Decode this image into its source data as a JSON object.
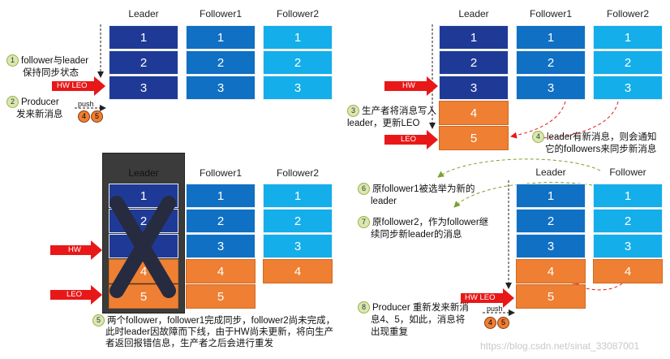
{
  "headers": {
    "leader": "Leader",
    "follower1": "Follower1",
    "follower2": "Follower2",
    "follower": "Follower"
  },
  "cells": {
    "v1": "1",
    "v2": "2",
    "v3": "3",
    "v4": "4",
    "v5": "5"
  },
  "markers": {
    "hw": "HW",
    "leo": "LEO",
    "hw_leo": "HW  LEO",
    "push": "push"
  },
  "steps": {
    "s1": {
      "num": "1",
      "line1": "follower与leader",
      "line2": "保持同步状态"
    },
    "s2": {
      "num": "2",
      "line1": "Producer",
      "line2": "发来新消息"
    },
    "s3": {
      "num": "3",
      "line1": "生产者将消息写入",
      "line2": "leader，更新LEO"
    },
    "s4": {
      "num": "4",
      "line1": "leader有新消息，则会通知",
      "line2": "它的followers来同步新消息"
    },
    "s5": {
      "num": "5",
      "line1": "两个follower，follower1完成同步，follower2尚未完成，",
      "line2": "此时leader因故障而下线，由于HW尚未更新，将向生产",
      "line3": "者返回报错信息，生产者之后会进行重发"
    },
    "s6": {
      "num": "6",
      "line1": "原follower1被选举为新的",
      "line2": "leader"
    },
    "s7": {
      "num": "7",
      "line1": "原follower2，作为follower继",
      "line2": "续同步新leader的消息"
    },
    "s8": {
      "num": "8",
      "line1": "Producer 重新发来新消",
      "line2": "息4、5，如此，消息将",
      "line3": "出现重复"
    }
  },
  "watermark": "https://blog.csdn.net/sinat_33087001",
  "colors": {
    "dark": "#1f3a96",
    "mid": "#0f70c4",
    "light": "#14aeea",
    "orange": "#ee7f33",
    "arrow": "#e81818"
  }
}
